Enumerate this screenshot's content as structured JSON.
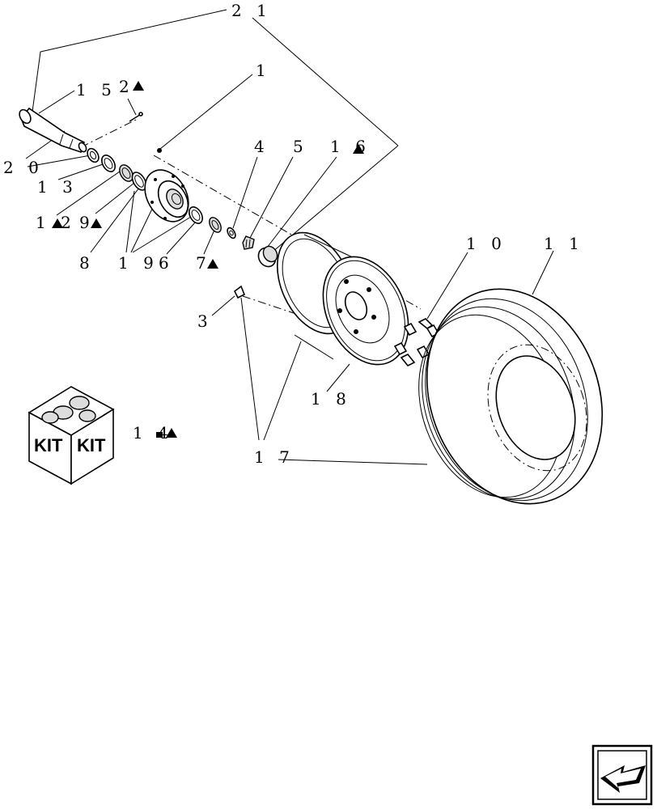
{
  "callouts": {
    "c21": "2 1",
    "c15": "1 5",
    "c2": "2",
    "c1": "1",
    "c20": "2 0",
    "c13": "1 3",
    "c12": "1 2",
    "c9": "9",
    "c4": "4",
    "c5": "5",
    "c16": "1 6",
    "c8": "8",
    "c19": "1 9",
    "c6": "6",
    "c7": "7",
    "c10": "1 0",
    "c11": "1 1",
    "c3": "3",
    "c18": "1 8",
    "c14": "1 4",
    "c17": "1 7"
  },
  "kit": {
    "left": "KIT",
    "right": "KIT"
  },
  "icons": {
    "triangle": "triangle-icon",
    "square": "square-icon",
    "navigation": "back-arrow-icon"
  }
}
